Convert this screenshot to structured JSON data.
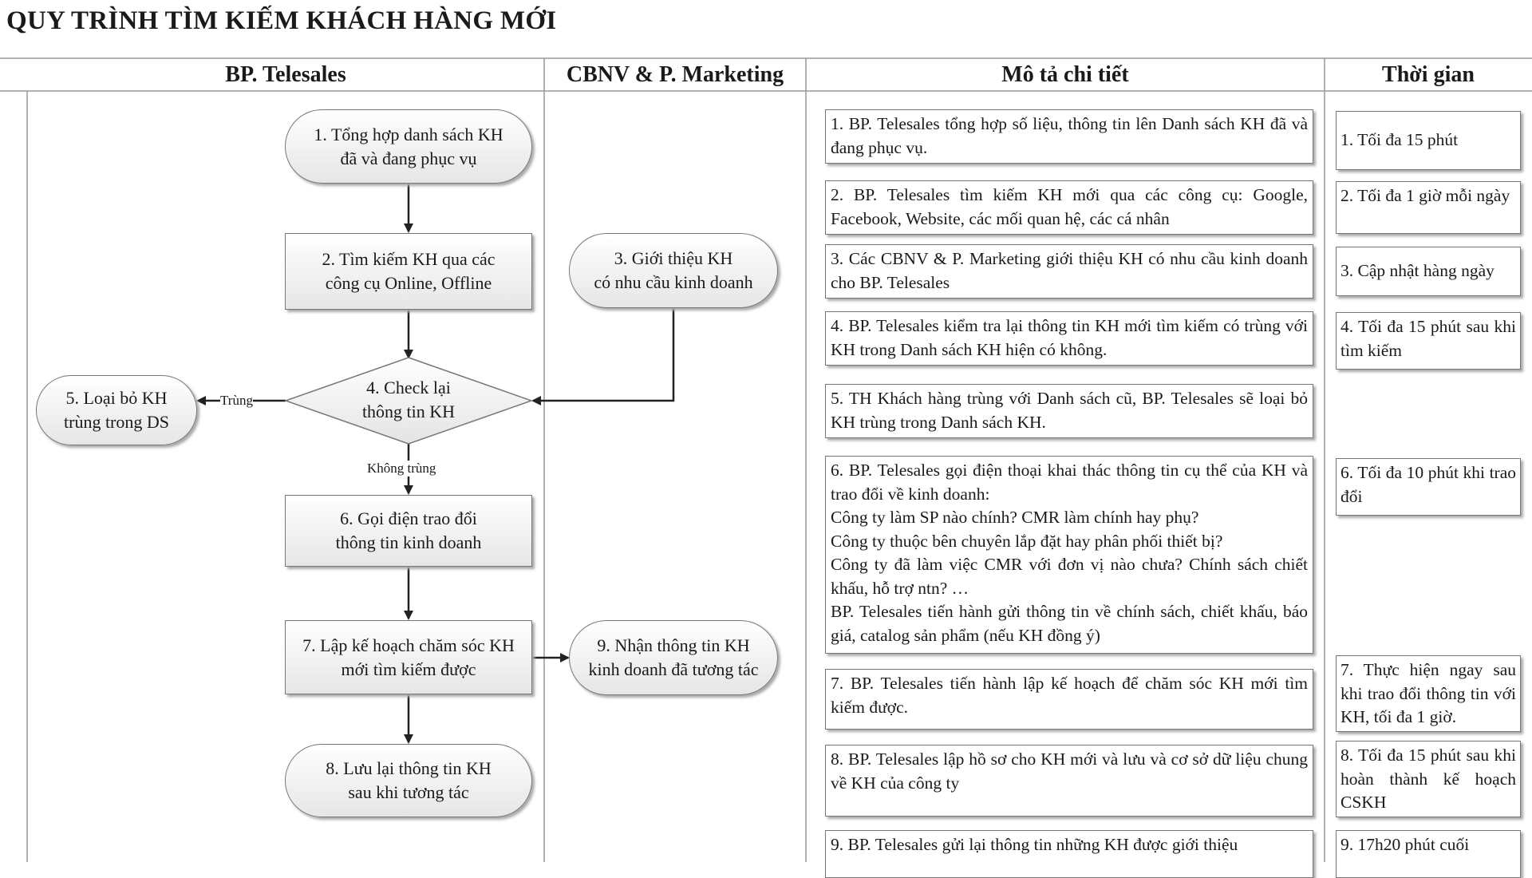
{
  "title": "QUY TRÌNH TÌM KIẾM KHÁCH HÀNG MỚI",
  "headers": {
    "telesales": "BP. Telesales",
    "marketing": "CBNV & P. Marketing",
    "description": "Mô tả chi tiết",
    "time": "Thời gian"
  },
  "flow": {
    "n1": [
      "1. Tổng hợp danh sách KH",
      "đã và đang phục vụ"
    ],
    "n2": [
      "2. Tìm kiếm KH qua các",
      "công cụ Online, Offline"
    ],
    "n3": [
      "3. Giới thiệu KH",
      "có nhu cầu kinh doanh"
    ],
    "n4": [
      "4. Check lại",
      "thông tin KH"
    ],
    "n5": [
      "5. Loại bỏ KH",
      "trùng trong DS"
    ],
    "n6": [
      "6. Gọi điện trao đổi",
      "thông tin kinh doanh"
    ],
    "n7": [
      "7. Lập kế hoạch chăm sóc KH",
      "mới tìm kiếm được"
    ],
    "n8": [
      "8. Lưu lại thông tin KH",
      "sau khi tương tác"
    ],
    "n9": [
      "9. Nhận thông tin KH",
      "kinh doanh đã tương tác"
    ],
    "label_duplicate": "Trùng",
    "label_not_duplicate": "Không trùng"
  },
  "descriptions": [
    [
      "1. BP. Telesales tổng hợp số liệu, thông tin lên Danh sách KH đã và đang phục vụ."
    ],
    [
      "2. BP. Telesales tìm kiếm KH mới qua các công cụ: Google, Facebook, Website, các mối quan hệ, các cá nhân"
    ],
    [
      "3. Các CBNV & P. Marketing giới thiệu KH có nhu cầu kinh doanh cho BP. Telesales"
    ],
    [
      "4. BP. Telesales kiểm tra lại thông tin KH mới tìm kiếm có trùng với KH trong Danh sách KH hiện có không."
    ],
    [
      "5. TH Khách hàng trùng với Danh sách cũ, BP. Telesales sẽ loại bỏ KH trùng trong Danh sách KH."
    ],
    [
      "6. BP. Telesales gọi điện thoại khai thác thông tin cụ thể của KH và trao đổi về kinh doanh:",
      "Công ty  làm SP nào chính? CMR làm chính hay phụ?",
      "Công ty thuộc bên chuyên lắp đặt hay phân phối thiết bị?",
      "Công ty đã làm việc CMR với đơn vị nào chưa? Chính sách chiết khấu, hỗ trợ ntn? …",
      "BP. Telesales tiến hành gửi thông tin về chính sách, chiết khấu, báo giá, catalog sản phẩm (nếu KH đồng ý)"
    ],
    [
      "7. BP. Telesales tiến hành lập kế hoạch để chăm sóc KH mới tìm kiếm được."
    ],
    [
      "8. BP. Telesales lập hồ sơ cho KH mới và lưu và cơ sở dữ liệu chung về KH của công ty"
    ],
    [
      "9. BP. Telesales gửi lại thông tin những KH được giới thiệu"
    ]
  ],
  "times": [
    "1. Tối đa 15 phút",
    "2. Tối đa 1 giờ mỗi ngày",
    "3. Cập nhật hàng ngày",
    "4. Tối đa 15 phút sau khi tìm kiếm",
    "6. Tối đa 10 phút khi trao đổi",
    "7. Thực hiện ngay sau khi trao đổi thông tin với KH, tối đa 1 giờ.",
    "8. Tối đa 15 phút sau khi hoàn thành kế hoạch CSKH",
    "9. 17h20 phút cuối"
  ]
}
